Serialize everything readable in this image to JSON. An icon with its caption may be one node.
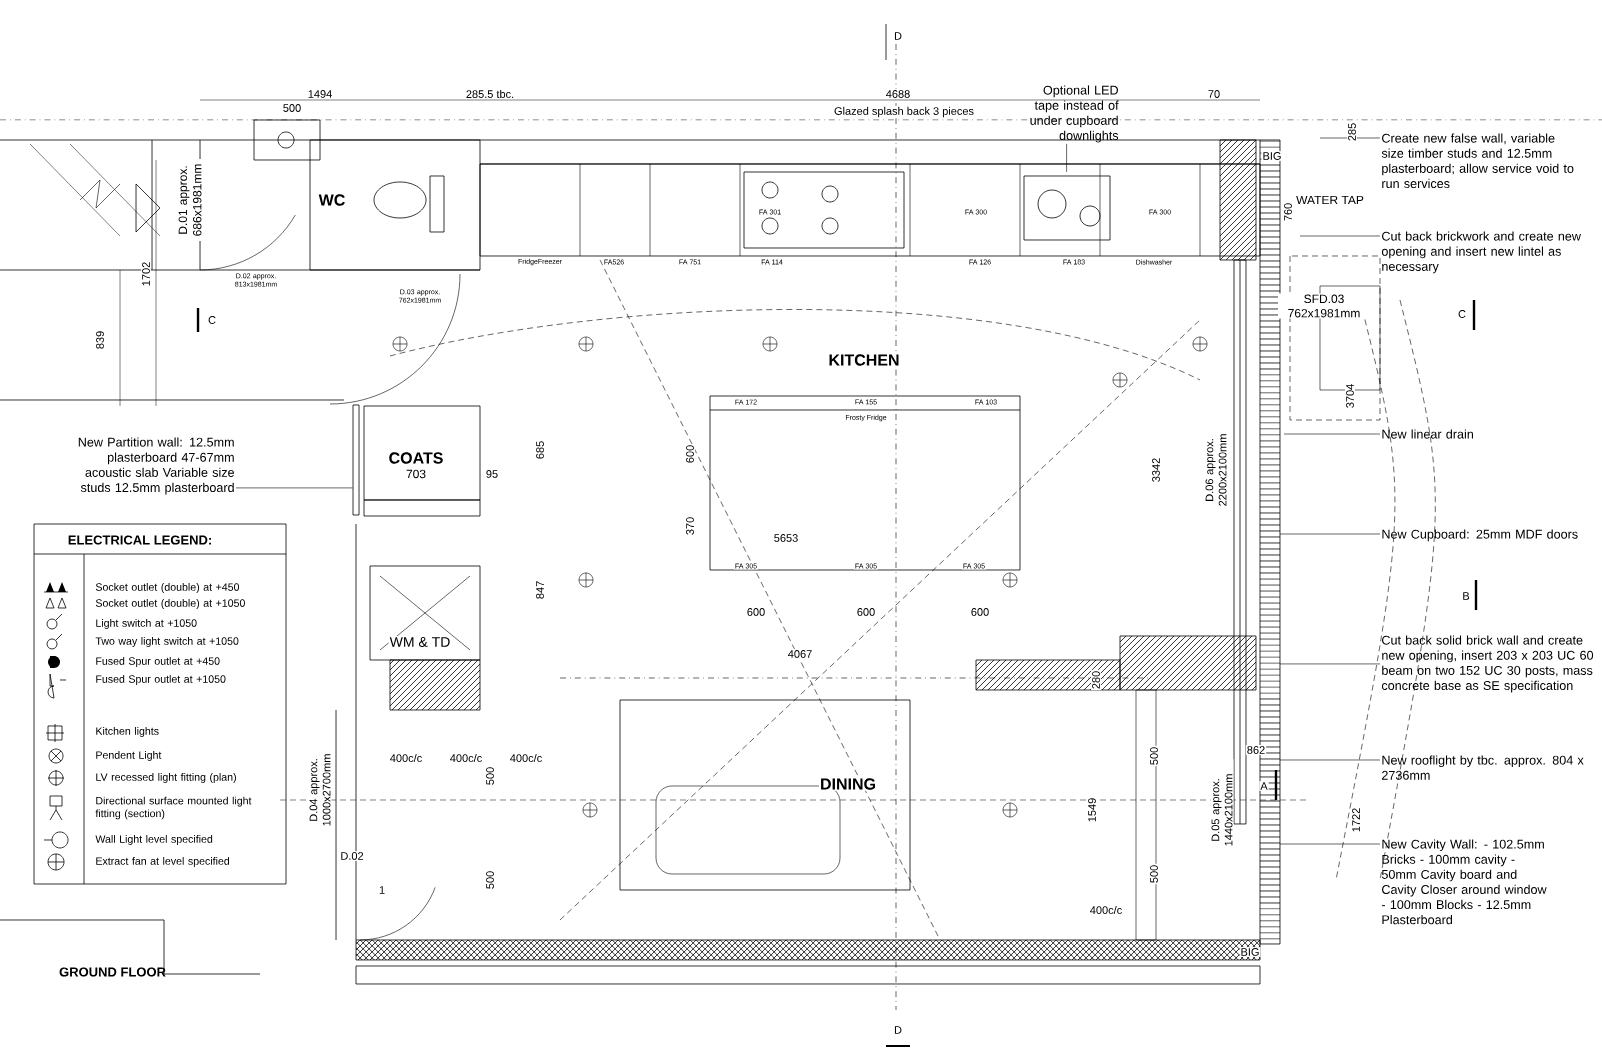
{
  "diagram": {
    "title": "GROUND FLOOR",
    "nodes": [
      {
        "text": [
          "Create new false wall, variable size timber studs and 12.5mm plasterboard; allow service void to run services"
        ]
      },
      {
        "text": [
          "Cut back brickwork and create new opening and insert new lintel as necessary"
        ]
      },
      {
        "text": [
          "New linear drain"
        ]
      },
      {
        "text": [
          "New Cupboard: 25mm MDF doors"
        ]
      },
      {
        "text": [
          "Cut back solid brick wall and create new opening, insert 203 x 203 UC 60 beam on two 152 UC 30 posts, mass concrete base as SE specification"
        ]
      },
      {
        "text": [
          "New rooflight by tbc. approx. 804 x 2736mm"
        ]
      },
      {
        "text": [
          "New Cavity Wall: - 102.5mm Bricks - 100mm cavity - 50mm Cavity board and Cavity Closer around window - 100mm Blocks - 12.5mm Plasterboard"
        ]
      },
      {
        "text": [
          "New Partition wall: 12.5mm plasterboard 47-67mm acoustic slab Variable size studs 12.5mm plasterboard"
        ]
      },
      {
        "text": [
          "Optional LED tape instead of under cupboard downlights"
        ]
      },
      {
        "text": [],
        "shape": "box"
      }
    ],
    "edges": [
      {
        "from": 0,
        "to": null,
        "arrow": "none"
      },
      {
        "from": 1,
        "to": null,
        "arrow": "none"
      },
      {
        "from": 2,
        "to": null,
        "arrow": "none"
      },
      {
        "from": 3,
        "to": null,
        "arrow": "none"
      },
      {
        "from": 4,
        "to": null,
        "arrow": "none"
      },
      {
        "from": 5,
        "to": null,
        "arrow": "none"
      },
      {
        "from": 6,
        "to": null,
        "arrow": "none"
      },
      {
        "from": 7,
        "to": 9,
        "arrow": "none"
      },
      {
        "from": 8,
        "to": null,
        "arrow": "none"
      }
    ],
    "labels": [
      "1494",
      "500",
      "285.5 tbc.",
      "4688",
      "Glazed splash back 3 pieces",
      "70",
      "285",
      "760",
      "WATER TAP",
      "BIG",
      "D.01 approx. 686x1981mm",
      "WC",
      "D.02 approx. 813x1981mm",
      "D.03 approx. 762x1981mm",
      "1702",
      "839",
      "C",
      "SFD.03 762x1981mm",
      "C",
      "D",
      "KITCHEN",
      "FridgeFreezer",
      "FA526",
      "FA 751",
      "FA 114",
      "FA 126",
      "FA 183",
      "Dishwasher",
      "FA 301",
      "FA 300",
      "FA 300",
      "FA 172",
      "FA 155",
      "FA 103",
      "Frosty Fridge",
      "FA 305",
      "FA 305",
      "FA 305",
      "COATS",
      "703",
      "95",
      "685",
      "600",
      "370",
      "5653",
      "3342",
      "D.06 approx. 2200x2100mm",
      "3704",
      "847",
      "WM & TD",
      "600",
      "600",
      "600",
      "4067",
      "DINING",
      "280",
      "862",
      "500",
      "500",
      "1549",
      "D.05 approx. 1440x2100mm",
      "1722",
      "A",
      "B",
      "400c/c",
      "400c/c",
      "400c/c",
      "400c/c",
      "500",
      "500",
      "D.04 approx. 1000x2700mm",
      "D.02",
      "1",
      "BIG",
      "D",
      "ELECTRICAL LEGEND:"
    ],
    "legend": [
      {
        "text": "Socket outlet (double) at +450"
      },
      {
        "text": "Socket outlet (double) at +1050"
      },
      {
        "text": "Light switch at +1050"
      },
      {
        "text": "Two way light switch at +1050"
      },
      {
        "text": "Fused Spur outlet at +450"
      },
      {
        "text": "Fused Spur outlet at +1050"
      },
      {
        "text": "Kitchen lights"
      },
      {
        "text": "Pendent Light"
      },
      {
        "text": "LV recessed light fitting (plan)"
      },
      {
        "text": "Directional surface mounted light fitting (section)"
      },
      {
        "text": "Wall Light level specified"
      },
      {
        "text": "Extract fan at level specified"
      }
    ]
  }
}
